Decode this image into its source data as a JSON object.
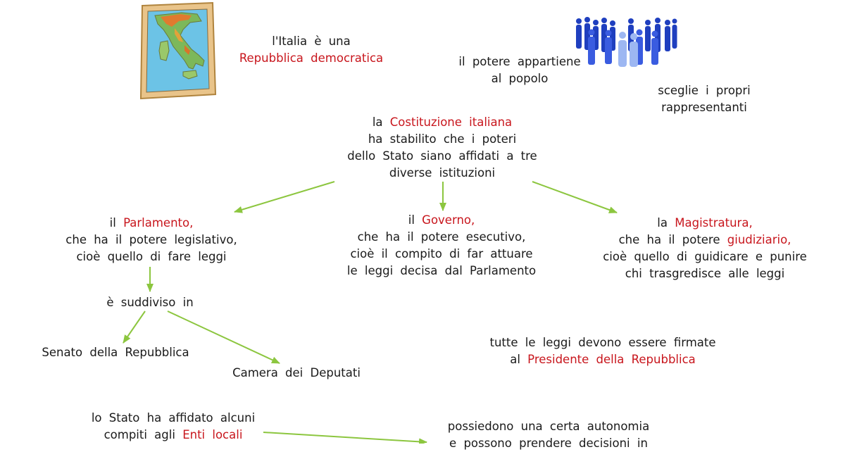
{
  "colors": {
    "text": "#1a1a1a",
    "highlight": "#c8161d",
    "arrow": "#8cc63f"
  },
  "images": {
    "map": "italy-map-picture",
    "crowd": "people-crowd-picture"
  },
  "nodes": {
    "italia": {
      "line1": "l'Italia è una",
      "line2": "Repubblica democratica"
    },
    "popolo": {
      "line1": "il potere appartiene",
      "line2": "al popolo"
    },
    "rappresentanti": {
      "line1": "sceglie i propri",
      "line2": "rappresentanti"
    },
    "costituzione": {
      "line1_pre": "la ",
      "line1_hl": "Costituzione italiana",
      "line2": "ha stabilito che i poteri",
      "line3": "dello Stato siano affidati a tre",
      "line4": "diverse istituzioni"
    },
    "parlamento": {
      "line1_pre": "il ",
      "line1_hl": "Parlamento,",
      "line2": "che ha il potere legislativo,",
      "line3": "cioè quello di fare leggi"
    },
    "governo": {
      "line1_pre": "il ",
      "line1_hl": "Governo,",
      "line2": "che ha il potere esecutivo,",
      "line3": "cioè il compito di far attuare",
      "line4": "le leggi decisa dal Parlamento"
    },
    "magistratura": {
      "line1_pre": "la ",
      "line1_hl": "Magistratura,",
      "line2_pre": "che ha il potere ",
      "line2_hl": "giudiziario,",
      "line3": "cioè quello di guidicare e punire",
      "line4": "chi trasgredisce alle leggi"
    },
    "suddiviso": {
      "line1": "è suddiviso in"
    },
    "senato": {
      "line1": "Senato della Repubblica"
    },
    "camera": {
      "line1": "Camera dei Deputati"
    },
    "presidente": {
      "line1": "tutte le leggi devono essere firmate",
      "line2_pre": "al ",
      "line2_hl": "Presidente della Repubblica"
    },
    "enti": {
      "line1": "lo Stato ha affidato alcuni",
      "line2_pre": "compiti agli ",
      "line2_hl": "Enti locali"
    },
    "autonomia": {
      "line1": "possiedono una certa autonomia",
      "line2": "e possono prendere decisioni in"
    }
  }
}
